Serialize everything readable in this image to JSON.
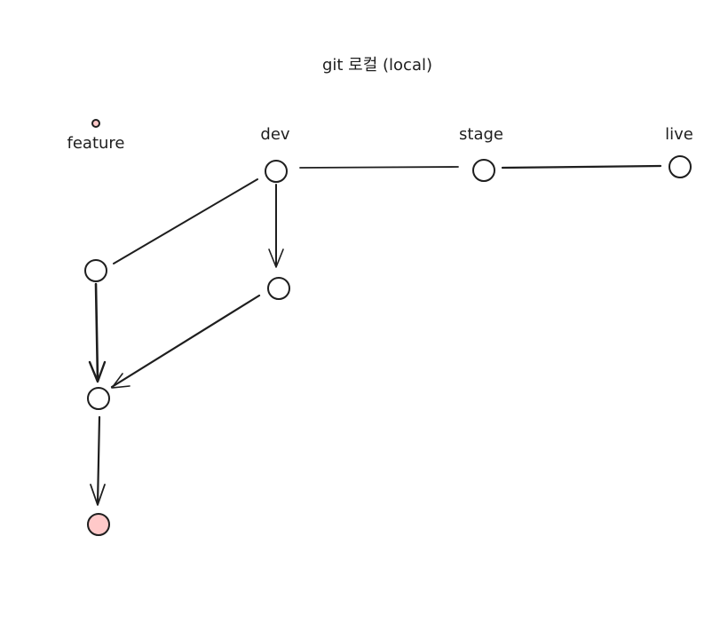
{
  "title": "git 로컬 (local)",
  "branches": {
    "feature": "feature",
    "dev": "dev",
    "stage": "stage",
    "live": "live"
  },
  "colors": {
    "stroke": "#1e1e1e",
    "node_fill": "#ffffff",
    "highlight_fill": "#ffc9c9"
  }
}
